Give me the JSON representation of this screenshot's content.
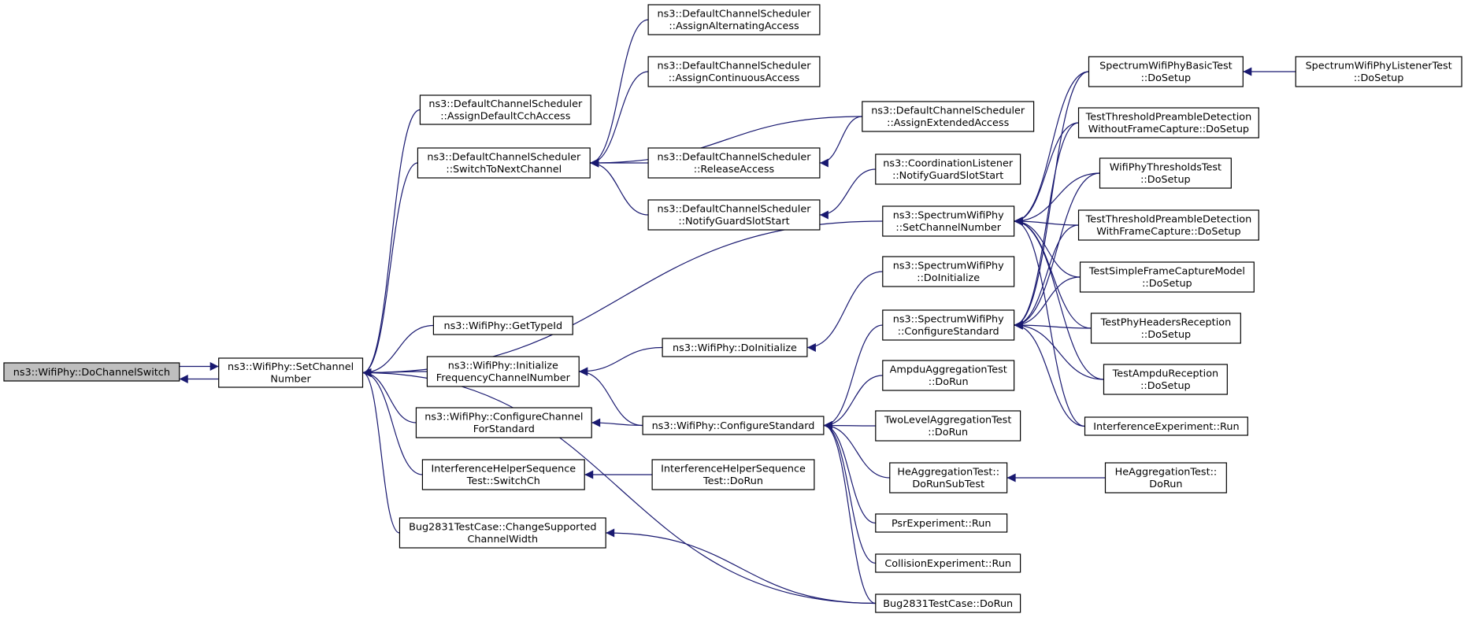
{
  "diagram": {
    "type": "doxygen-caller-graph",
    "edge_color": "#191970",
    "root_fill": "#bfbfbf",
    "nodes": [
      {
        "id": "dochannelswitch",
        "lines": [
          "ns3::WifiPhy::DoChannelSwitch"
        ]
      },
      {
        "id": "setchannelnumber",
        "lines": [
          "ns3::WifiPhy::SetChannel",
          "Number"
        ]
      },
      {
        "id": "assigndefaultcch",
        "lines": [
          "ns3::DefaultChannelScheduler",
          "::AssignDefaultCchAccess"
        ]
      },
      {
        "id": "switchtonext",
        "lines": [
          "ns3::DefaultChannelScheduler",
          "::SwitchToNextChannel"
        ]
      },
      {
        "id": "gettypeid",
        "lines": [
          "ns3::WifiPhy::GetTypeId"
        ]
      },
      {
        "id": "initfreq",
        "lines": [
          "ns3::WifiPhy::Initialize",
          "FrequencyChannelNumber"
        ]
      },
      {
        "id": "configchannel",
        "lines": [
          "ns3::WifiPhy::ConfigureChannel",
          "ForStandard"
        ]
      },
      {
        "id": "ihst_switchch",
        "lines": [
          "InterferenceHelperSequence",
          "Test::SwitchCh"
        ]
      },
      {
        "id": "bug_changewidth",
        "lines": [
          "Bug2831TestCase::ChangeSupported",
          "ChannelWidth"
        ]
      },
      {
        "id": "assignalternating",
        "lines": [
          "ns3::DefaultChannelScheduler",
          "::AssignAlternatingAccess"
        ]
      },
      {
        "id": "assigncontinuous",
        "lines": [
          "ns3::DefaultChannelScheduler",
          "::AssignContinuousAccess"
        ]
      },
      {
        "id": "releaseaccess",
        "lines": [
          "ns3::DefaultChannelScheduler",
          "::ReleaseAccess"
        ]
      },
      {
        "id": "notifyguard_dcs",
        "lines": [
          "ns3::DefaultChannelScheduler",
          "::NotifyGuardSlotStart"
        ]
      },
      {
        "id": "wifiphy_doinit",
        "lines": [
          "ns3::WifiPhy::DoInitialize"
        ]
      },
      {
        "id": "configstandard",
        "lines": [
          "ns3::WifiPhy::ConfigureStandard"
        ]
      },
      {
        "id": "ihst_dorun",
        "lines": [
          "InterferenceHelperSequence",
          "Test::DoRun"
        ]
      },
      {
        "id": "assignextended",
        "lines": [
          "ns3::DefaultChannelScheduler",
          "::AssignExtendedAccess"
        ]
      },
      {
        "id": "coordlistener",
        "lines": [
          "ns3::CoordinationListener",
          "::NotifyGuardSlotStart"
        ]
      },
      {
        "id": "swp_setchannel",
        "lines": [
          "ns3::SpectrumWifiPhy",
          "::SetChannelNumber"
        ]
      },
      {
        "id": "swp_doinit",
        "lines": [
          "ns3::SpectrumWifiPhy",
          "::DoInitialize"
        ]
      },
      {
        "id": "swp_configstd",
        "lines": [
          "ns3::SpectrumWifiPhy",
          "::ConfigureStandard"
        ]
      },
      {
        "id": "ampdu_test",
        "lines": [
          "AmpduAggregationTest",
          "::DoRun"
        ]
      },
      {
        "id": "twolevel_test",
        "lines": [
          "TwoLevelAggregationTest",
          "::DoRun"
        ]
      },
      {
        "id": "he_subtest",
        "lines": [
          "HeAggregationTest::",
          "DoRunSubTest"
        ]
      },
      {
        "id": "psr_run",
        "lines": [
          "PsrExperiment::Run"
        ]
      },
      {
        "id": "collision_run",
        "lines": [
          "CollisionExperiment::Run"
        ]
      },
      {
        "id": "bug_dorun",
        "lines": [
          "Bug2831TestCase::DoRun"
        ]
      },
      {
        "id": "swp_basic",
        "lines": [
          "SpectrumWifiPhyBasicTest",
          "::DoSetup"
        ]
      },
      {
        "id": "ttpd_without",
        "lines": [
          "TestThresholdPreambleDetection",
          "WithoutFrameCapture::DoSetup"
        ]
      },
      {
        "id": "wifiphy_thresholds",
        "lines": [
          "WifiPhyThresholdsTest",
          "::DoSetup"
        ]
      },
      {
        "id": "ttpd_with",
        "lines": [
          "TestThresholdPreambleDetection",
          "WithFrameCapture::DoSetup"
        ]
      },
      {
        "id": "simpleframe",
        "lines": [
          "TestSimpleFrameCaptureModel",
          "::DoSetup"
        ]
      },
      {
        "id": "phyheaders",
        "lines": [
          "TestPhyHeadersReception",
          "::DoSetup"
        ]
      },
      {
        "id": "ampdu_reception",
        "lines": [
          "TestAmpduReception",
          "::DoSetup"
        ]
      },
      {
        "id": "interference_run",
        "lines": [
          "InterferenceExperiment::Run"
        ]
      },
      {
        "id": "he_dorun",
        "lines": [
          "HeAggregationTest::",
          "DoRun"
        ]
      },
      {
        "id": "swp_listener",
        "lines": [
          "SpectrumWifiPhyListenerTest",
          "::DoSetup"
        ]
      }
    ],
    "edges": [
      {
        "from": "dochannelswitch",
        "to": "setchannelnumber"
      },
      {
        "from": "setchannelnumber",
        "to": "dochannelswitch"
      },
      {
        "from": "assigndefaultcch",
        "to": "setchannelnumber"
      },
      {
        "from": "switchtonext",
        "to": "setchannelnumber"
      },
      {
        "from": "gettypeid",
        "to": "setchannelnumber"
      },
      {
        "from": "initfreq",
        "to": "setchannelnumber"
      },
      {
        "from": "configchannel",
        "to": "setchannelnumber"
      },
      {
        "from": "ihst_switchch",
        "to": "setchannelnumber"
      },
      {
        "from": "bug_changewidth",
        "to": "setchannelnumber"
      },
      {
        "from": "swp_setchannel",
        "to": "setchannelnumber"
      },
      {
        "from": "bug_dorun",
        "to": "setchannelnumber"
      },
      {
        "from": "assignalternating",
        "to": "switchtonext"
      },
      {
        "from": "assigncontinuous",
        "to": "switchtonext"
      },
      {
        "from": "assignextended",
        "to": "switchtonext"
      },
      {
        "from": "releaseaccess",
        "to": "switchtonext"
      },
      {
        "from": "notifyguard_dcs",
        "to": "switchtonext"
      },
      {
        "from": "assignextended",
        "to": "releaseaccess"
      },
      {
        "from": "coordlistener",
        "to": "notifyguard_dcs"
      },
      {
        "from": "wifiphy_doinit",
        "to": "initfreq"
      },
      {
        "from": "configstandard",
        "to": "initfreq"
      },
      {
        "from": "configstandard",
        "to": "configchannel"
      },
      {
        "from": "ihst_dorun",
        "to": "ihst_switchch"
      },
      {
        "from": "bug_dorun",
        "to": "bug_changewidth"
      },
      {
        "from": "swp_doinit",
        "to": "wifiphy_doinit"
      },
      {
        "from": "swp_configstd",
        "to": "configstandard"
      },
      {
        "from": "ampdu_test",
        "to": "configstandard"
      },
      {
        "from": "twolevel_test",
        "to": "configstandard"
      },
      {
        "from": "he_subtest",
        "to": "configstandard"
      },
      {
        "from": "psr_run",
        "to": "configstandard"
      },
      {
        "from": "collision_run",
        "to": "configstandard"
      },
      {
        "from": "bug_dorun",
        "to": "configstandard"
      },
      {
        "from": "he_dorun",
        "to": "he_subtest"
      },
      {
        "from": "swp_basic",
        "to": "swp_setchannel"
      },
      {
        "from": "ttpd_without",
        "to": "swp_setchannel"
      },
      {
        "from": "wifiphy_thresholds",
        "to": "swp_setchannel"
      },
      {
        "from": "ttpd_with",
        "to": "swp_setchannel"
      },
      {
        "from": "simpleframe",
        "to": "swp_setchannel"
      },
      {
        "from": "phyheaders",
        "to": "swp_setchannel"
      },
      {
        "from": "ampdu_reception",
        "to": "swp_setchannel"
      },
      {
        "from": "interference_run",
        "to": "swp_setchannel"
      },
      {
        "from": "swp_basic",
        "to": "swp_configstd"
      },
      {
        "from": "ttpd_without",
        "to": "swp_configstd"
      },
      {
        "from": "wifiphy_thresholds",
        "to": "swp_configstd"
      },
      {
        "from": "ttpd_with",
        "to": "swp_configstd"
      },
      {
        "from": "simpleframe",
        "to": "swp_configstd"
      },
      {
        "from": "phyheaders",
        "to": "swp_configstd"
      },
      {
        "from": "ampdu_reception",
        "to": "swp_configstd"
      },
      {
        "from": "interference_run",
        "to": "swp_configstd"
      },
      {
        "from": "swp_listener",
        "to": "swp_basic"
      }
    ]
  }
}
